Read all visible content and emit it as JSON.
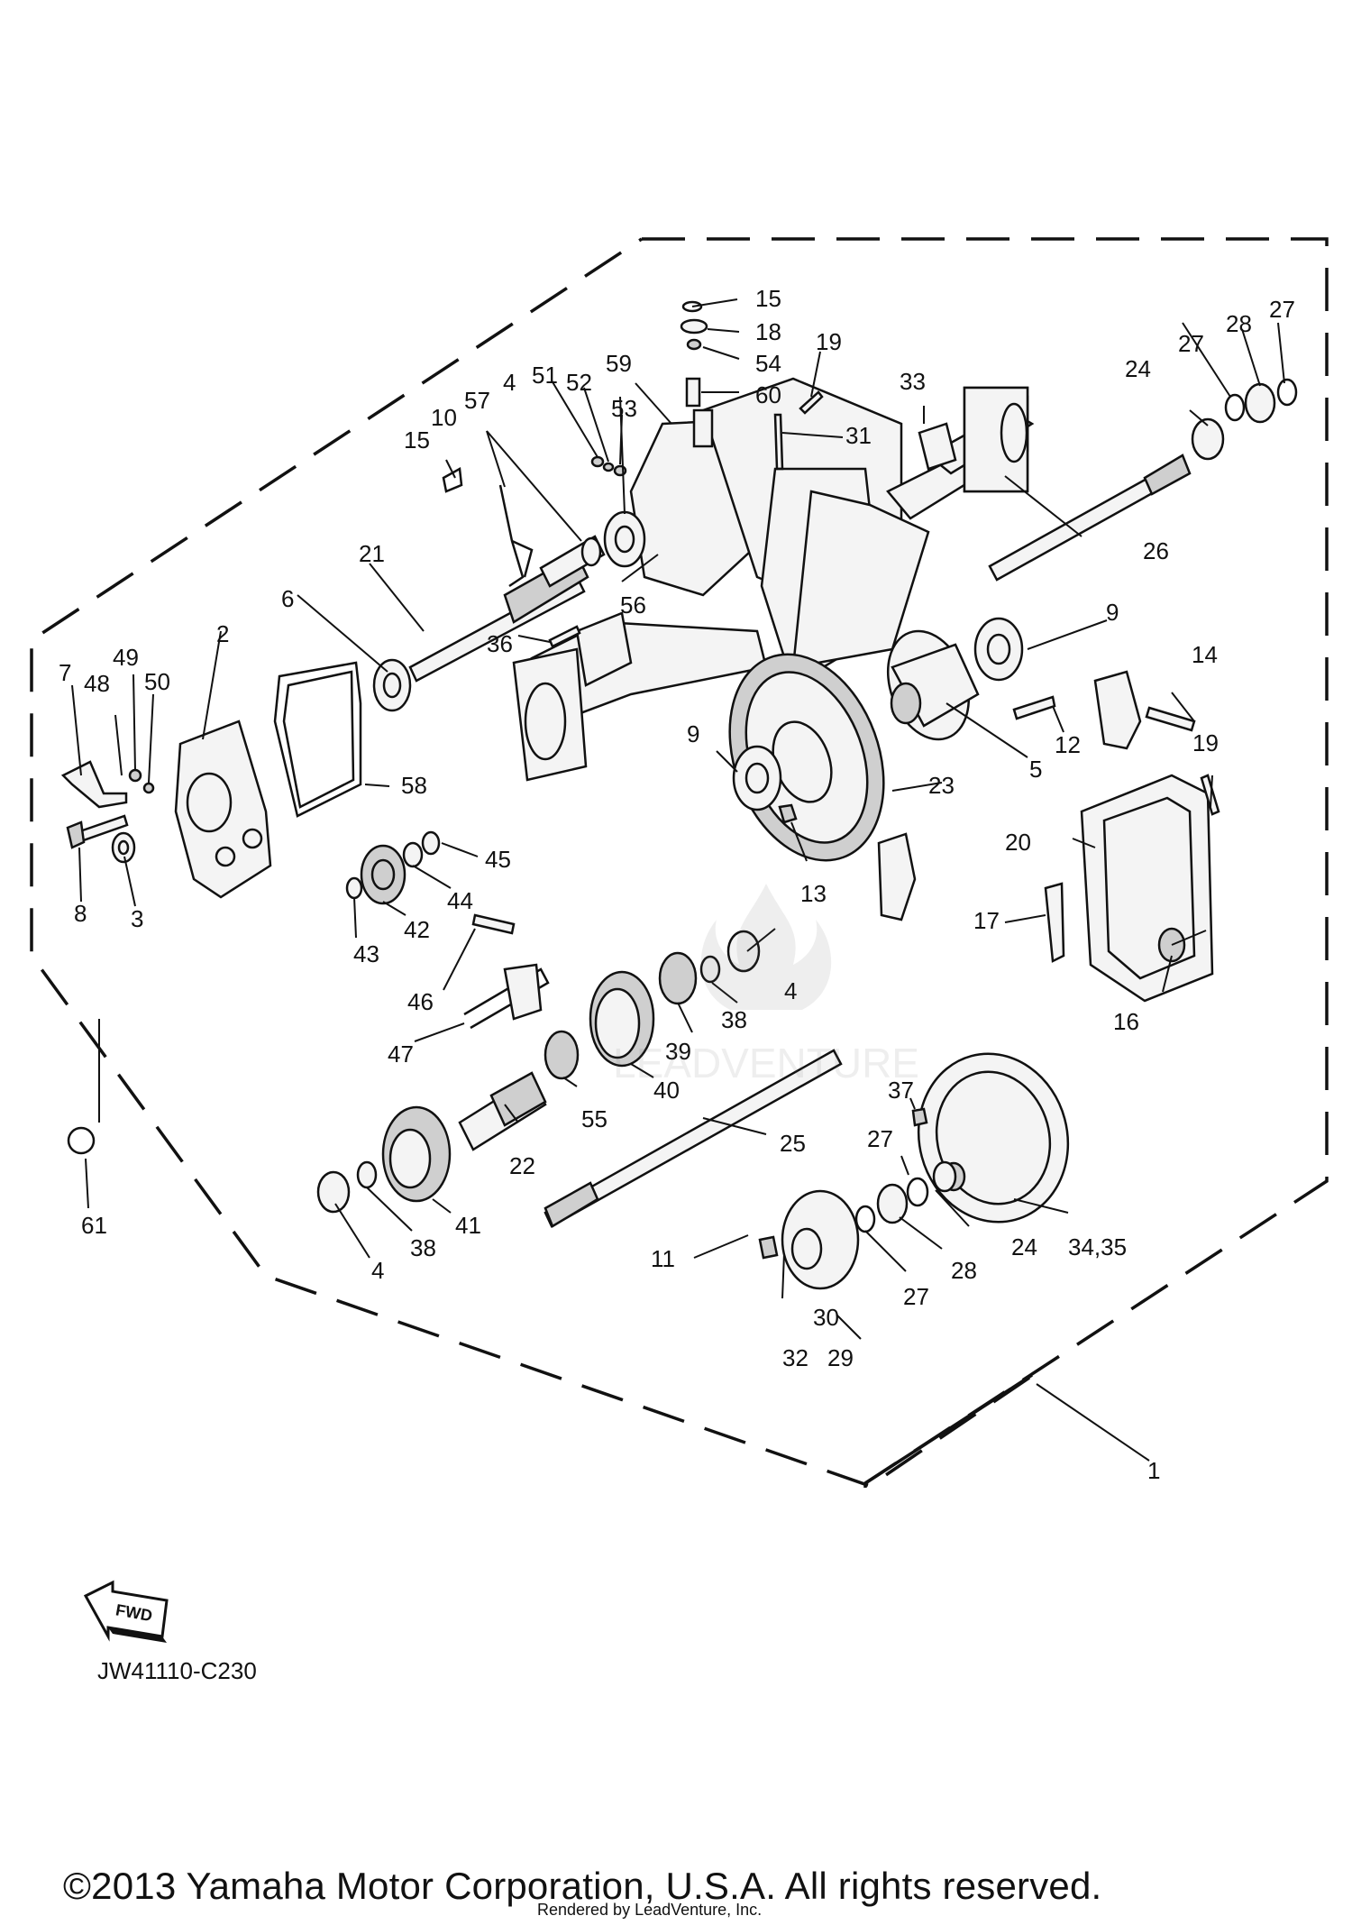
{
  "drawing_code": "JW41110-C230",
  "fwd_arrow_text": "FWD",
  "copyright": "©2013 Yamaha Motor Corporation, U.S.A. All rights reserved.",
  "render_credit": "Rendered by LeadVenture, Inc.",
  "watermark_text": "LEADVENTURE",
  "labels": [
    "1",
    "2",
    "3",
    "4",
    "4",
    "4",
    "4",
    "5",
    "6",
    "7",
    "8",
    "9",
    "9",
    "10",
    "11",
    "12",
    "13",
    "14",
    "15",
    "15",
    "16",
    "17",
    "18",
    "19",
    "19",
    "20",
    "21",
    "22",
    "23",
    "24",
    "24",
    "25",
    "26",
    "27",
    "27",
    "27",
    "27",
    "28",
    "28",
    "29",
    "30",
    "31",
    "32",
    "33",
    "34,35",
    "36",
    "37",
    "38",
    "38",
    "39",
    "40",
    "41",
    "42",
    "43",
    "44",
    "45",
    "46",
    "47",
    "48",
    "49",
    "50",
    "51",
    "52",
    "53",
    "54",
    "55",
    "56",
    "57",
    "58",
    "59",
    "60",
    "61"
  ]
}
